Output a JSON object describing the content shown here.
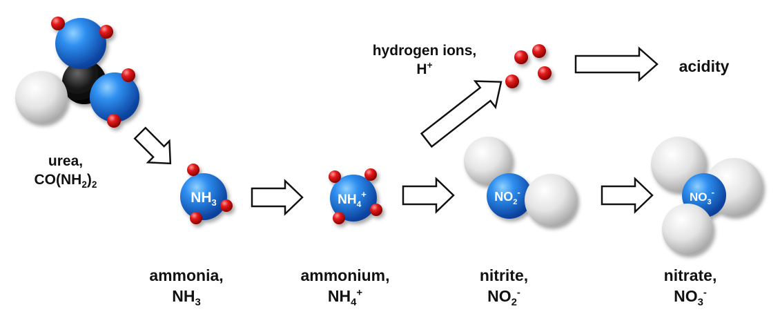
{
  "labels": {
    "urea": {
      "name": "urea,",
      "formula": "CO(NH",
      "sub1": "2",
      "close": ")",
      "sub2": "2"
    },
    "ammonia": {
      "name": "ammonia,",
      "formula": "NH",
      "sub": "3"
    },
    "ammonium": {
      "name": "ammonium,",
      "formula": "NH",
      "sub": "4",
      "sup": "+"
    },
    "nitrite": {
      "name": "nitrite,",
      "formula": "NO",
      "sub": "2",
      "sup": "-"
    },
    "nitrate": {
      "name": "nitrate,",
      "formula": "NO",
      "sub": "3",
      "sup": "-"
    },
    "hydrogen": {
      "name": "hydrogen ions,",
      "formula": "H",
      "sup": "+"
    },
    "acidity": "acidity"
  },
  "molecule_labels": {
    "ammonia": {
      "text": "NH",
      "sub": "3"
    },
    "ammonium": {
      "text": "NH",
      "sub": "4",
      "sup": "+"
    },
    "nitrite": {
      "text": "NO",
      "sub": "2",
      "sup": "-"
    },
    "nitrate": {
      "text": "NO",
      "sub": "3",
      "sup": "-"
    }
  },
  "colors": {
    "nitrogen_blue": "#1a6fd6",
    "hydrogen_red": "#e01010",
    "oxygen_white": "#e6e6e6",
    "carbon_black": "#111111",
    "arrow_fill": "#ffffff",
    "arrow_stroke": "#111111"
  }
}
